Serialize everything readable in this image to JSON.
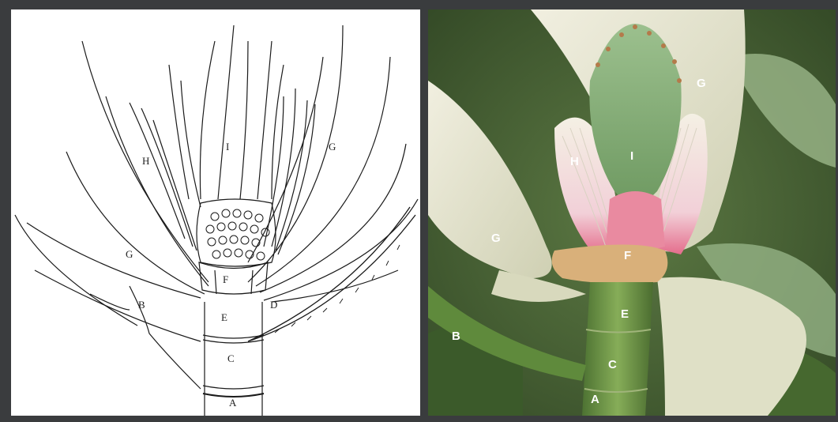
{
  "drawing": {
    "labels": {
      "A": "A",
      "B": "B",
      "C": "C",
      "D": "D",
      "E": "E",
      "F": "F",
      "G1": "G",
      "G2": "G",
      "H": "H",
      "I": "I"
    }
  },
  "photo": {
    "labels": {
      "G1": "G",
      "G2": "G",
      "H": "H",
      "I": "I",
      "F": "F",
      "E": "E",
      "B": "B",
      "C": "C",
      "A": "A"
    }
  },
  "colors": {
    "background_frame": "#3a3c3e",
    "drawing_paper": "#ffffff",
    "ink": "#1a1a1a",
    "foliage_dark": "#3f5a2e",
    "petal_cream": "#eae8d6",
    "gynoecium_green": "#8fb583",
    "stamen_pink": "#e98aa0",
    "stem_green": "#6f9a48"
  }
}
